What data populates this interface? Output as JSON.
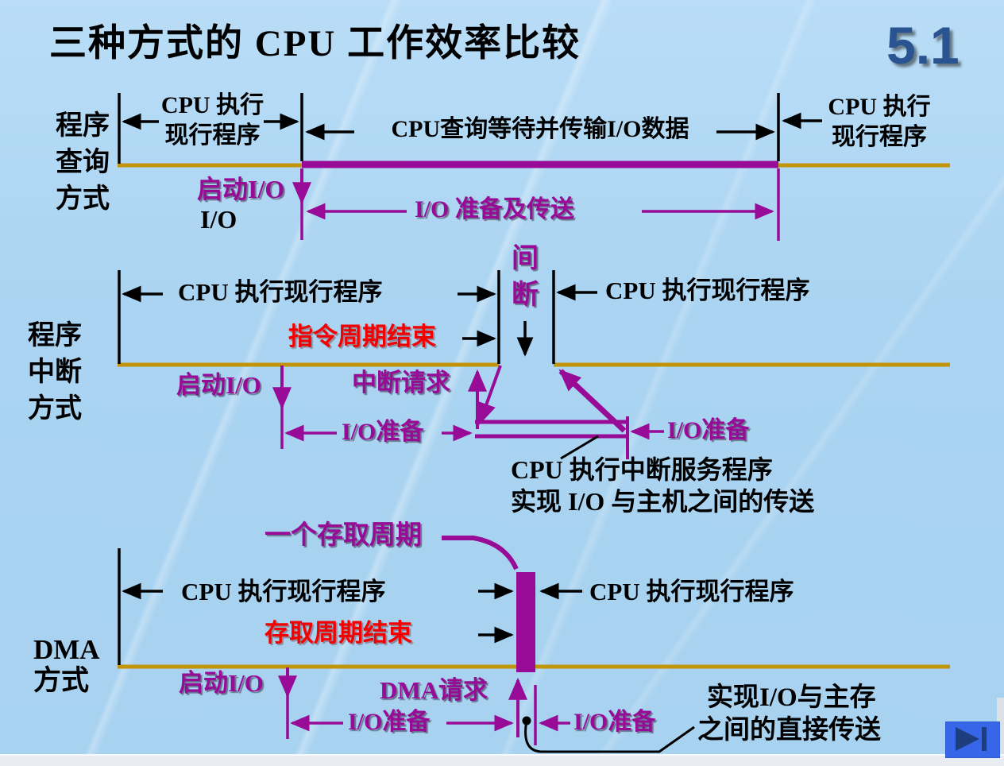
{
  "slide": {
    "title": "三种方式的 CPU 工作效率比较",
    "section_number": "5.1",
    "colors": {
      "background_blue": "#aad4f1",
      "accent_purple": "#970b97",
      "timeline_gold": "#c19409",
      "alert_red": "#f50000",
      "heading_blue": "#2a5391",
      "nav_button_blue": "#3766e9",
      "nav_icon_navy": "#1e3d7c"
    }
  },
  "sections": {
    "query": {
      "row_label_lines": [
        "程序",
        "查询",
        "方式"
      ],
      "left_cpu_label_lines": [
        "CPU 执行",
        "现行程序"
      ],
      "middle_label": "CPU查询等待并传输I/O数据",
      "right_cpu_label_lines": [
        "CPU 执行",
        "现行程序"
      ],
      "start_io_label": "启动I/O",
      "io_label": "I/O",
      "io_prepare_transfer_label": "I/O 准备及传送"
    },
    "interrupt": {
      "row_label_lines": [
        "程序",
        "中断",
        "方式"
      ],
      "left_cpu_label": "CPU 执行现行程序",
      "gap_label_chars": [
        "间",
        "断"
      ],
      "instruction_cycle_end_label": "指令周期结束",
      "right_cpu_label": "CPU 执行现行程序",
      "start_io_label": "启动I/O",
      "interrupt_request_label": "中断请求",
      "io_prepare_left_label": "I/O准备",
      "io_prepare_right_label": "I/O准备",
      "service_note_lines": [
        "CPU 执行中断服务程序",
        "实现 I/O 与主机之间的传送"
      ]
    },
    "dma": {
      "row_label_lines": [
        "DMA",
        "方式"
      ],
      "access_cycle_label": "一个存取周期",
      "left_cpu_label": "CPU 执行现行程序",
      "access_cycle_end_label": "存取周期结束",
      "right_cpu_label": "CPU 执行现行程序",
      "start_io_label": "启动I/O",
      "dma_request_label": "DMA请求",
      "io_prepare_left_label": "I/O准备",
      "io_prepare_right_label": "I/O准备",
      "direct_transfer_note_lines": [
        "实现I/O与主存",
        "之间的直接传送"
      ]
    }
  },
  "nav": {
    "next_icon": "skip-to-next-icon"
  }
}
